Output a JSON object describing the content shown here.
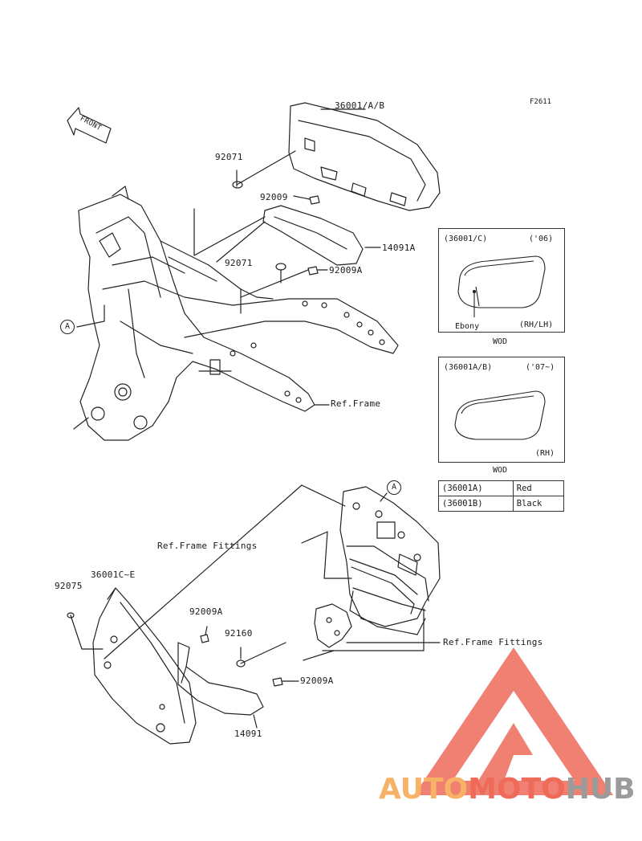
{
  "code": "F2611",
  "front_label": "FRONT",
  "parts": {
    "cover_top": "36001/A/B",
    "washer_top": "92071",
    "bolt_top": "92009",
    "cover_inner": "14091A",
    "washer_mid": "92071",
    "bolt_mid": "92009A",
    "ref_frame": "Ref.Frame",
    "ref_frame_fittings_1": "Ref.Frame Fittings",
    "ref_frame_fittings_2": "Ref.Frame Fittings",
    "cover_left": "36001C~E",
    "grommet": "92075",
    "bolt_low": "92009A",
    "collar": "92160",
    "bolt_low2": "92009A",
    "cover_low": "14091"
  },
  "callout_a": "A",
  "inset1": {
    "code": "(36001/C)",
    "year": "('06)",
    "note": "Ebony",
    "side": "(RH/LH)",
    "wod": "WOD"
  },
  "inset2": {
    "code": "(36001A/B)",
    "year": "('07~)",
    "side": "(RH)",
    "wod": "WOD"
  },
  "colors_table": [
    {
      "code": "(36001A)",
      "color": "Red"
    },
    {
      "code": "(36001B)",
      "color": "Black"
    }
  ],
  "watermark": {
    "part1": "AUTO",
    "part2": "MOTO",
    "part3": "HUB"
  }
}
